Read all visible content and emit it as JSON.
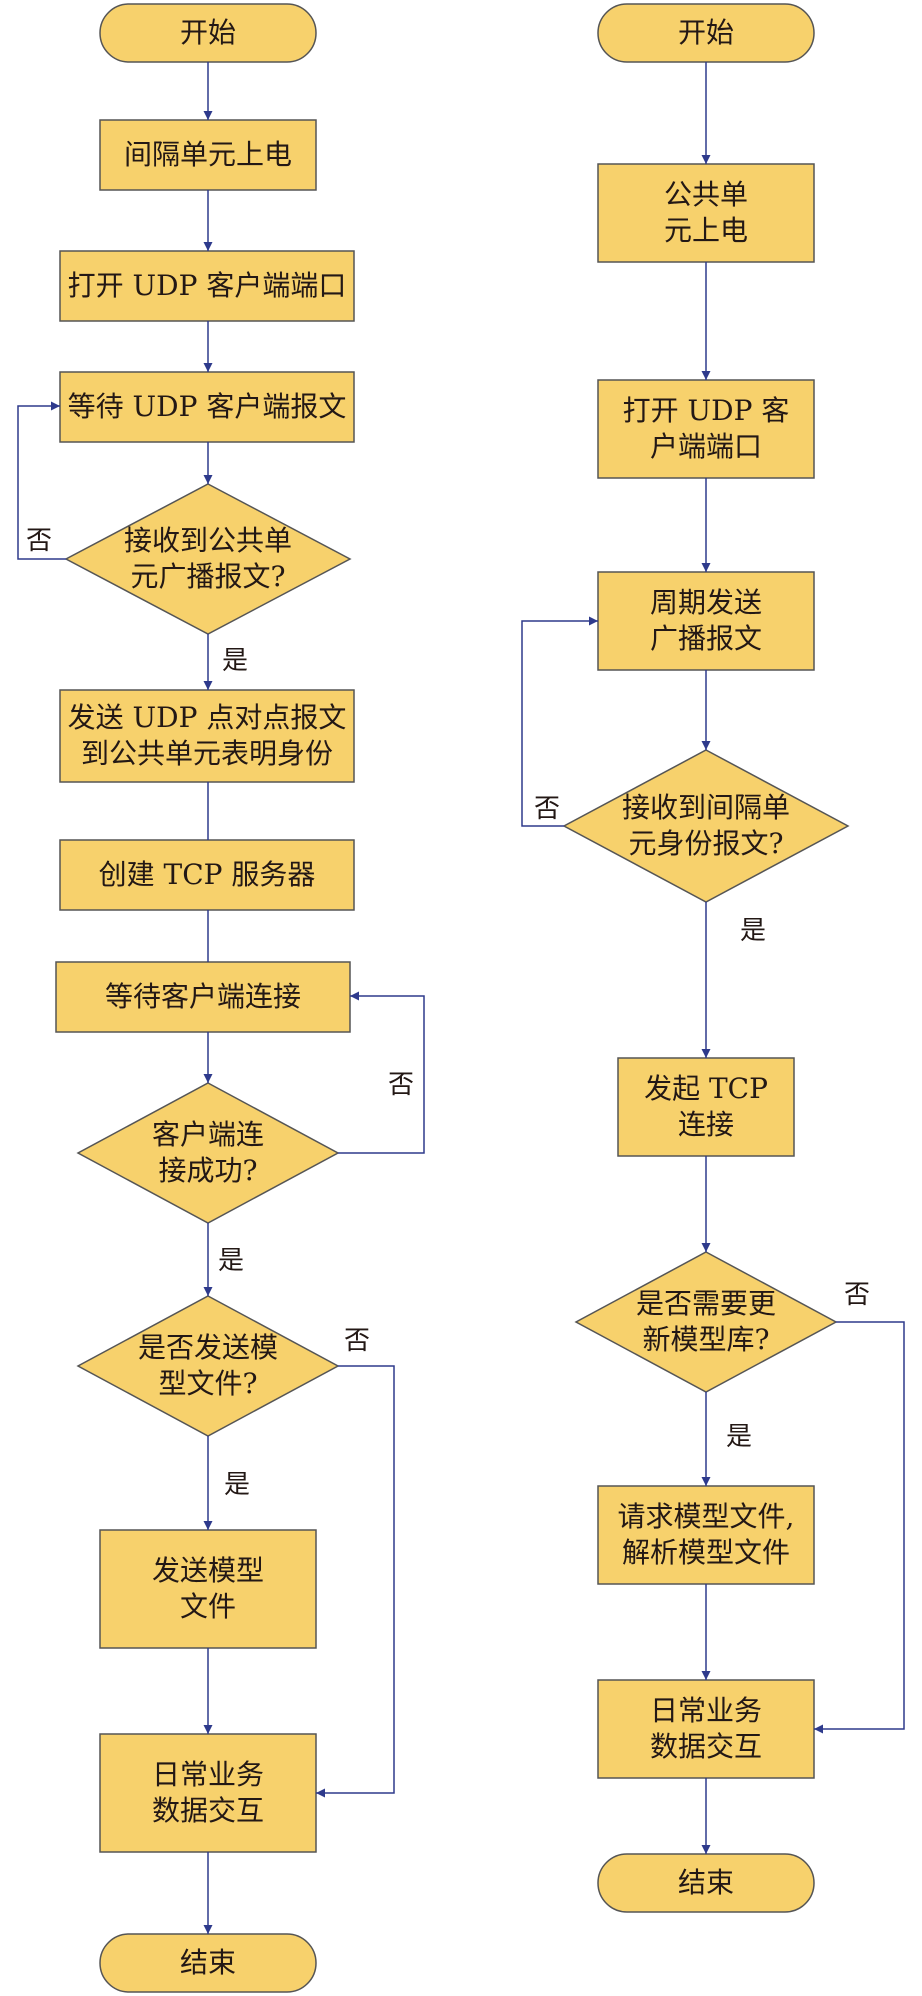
{
  "colors": {
    "fill": "#f7d16c",
    "stroke": "#555555",
    "line": "#2e3a8c",
    "text": "#231815"
  },
  "left_flow": {
    "start": "开始",
    "power_on": "间隔单元上电",
    "open_udp": "打开 UDP 客户端端口",
    "wait_udp": "等待 UDP 客户端报文",
    "recv_broadcast": "接收到公共单\n元广播报文?",
    "send_p2p": "发送 UDP 点对点报文\n到公共单元表明身份",
    "create_tcp": "创建 TCP 服务器",
    "wait_client": "等待客户端连接",
    "client_ok": "客户端连\n接成功?",
    "send_model_q": "是否发送模\n型文件?",
    "send_model": "发送模型\n文件",
    "daily": "日常业务\n数据交互",
    "end": "结束",
    "no1": "否",
    "yes1": "是",
    "no2": "否",
    "yes2": "是",
    "no3": "否",
    "yes3": "是"
  },
  "right_flow": {
    "start": "开始",
    "power_on": "公共单\n元上电",
    "open_udp": "打开 UDP 客\n户端端口",
    "broadcast": "周期发送\n广播报文",
    "recv_identity": "接收到间隔单\n元身份报文?",
    "init_tcp": "发起 TCP\n连接",
    "update_q": "是否需要更\n新模型库?",
    "request_model": "请求模型文件,\n解析模型文件",
    "daily": "日常业务\n数据交互",
    "end": "结束",
    "no1": "否",
    "yes1": "是",
    "no2": "否",
    "yes2": "是"
  }
}
